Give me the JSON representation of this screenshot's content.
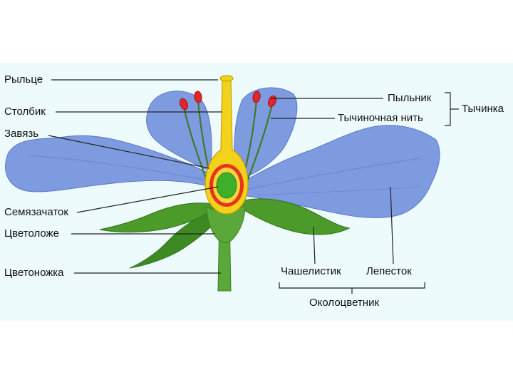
{
  "labels": {
    "stigma": "Рыльце",
    "style": "Столбик",
    "ovary": "Завязь",
    "ovule": "Семязачаток",
    "receptacle": "Цветоложе",
    "pedicel": "Цветоножка",
    "anther": "Пыльник",
    "filament": "Тычиночная нить",
    "stamen": "Тычинка",
    "sepal": "Чашелистик",
    "petal": "Лепесток",
    "perianth": "Околоцветник"
  },
  "colors": {
    "background_panel": "#eefbfd",
    "petal": "#7f9be0",
    "petal_shade": "#5f7fd2",
    "sepal": "#4c9a2a",
    "sepal_dark": "#2f7318",
    "stem": "#5aa83a",
    "pistil": "#f2d21a",
    "pistil_outline": "#c7a000",
    "ovary_wall": "#e8331e",
    "ovule": "#3fae2b",
    "anther": "#e0262b",
    "filament": "#3c7a2a",
    "leader_line": "#222222"
  }
}
